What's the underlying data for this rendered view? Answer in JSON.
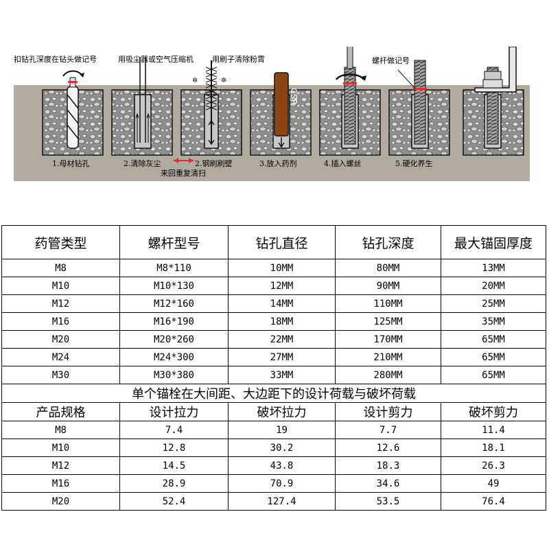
{
  "diagram": {
    "notes": [
      "扣钻孔深度在钻头做记号",
      "用吸尘器或空气压缩机",
      "用刷子清除粉霄",
      "螺杆做记号"
    ],
    "cartridge_text": "CSP",
    "steps": [
      "1.母材钻孔",
      "2.清除灰尘",
      "2.钢刷刷壁",
      "来回重复清扫",
      "3.放入药剂",
      "4.插入螺丝",
      "5.硬化养生"
    ],
    "colors": {
      "background": "#b1ab9f",
      "concrete": "#9a9a9a",
      "cartridge": "#8b4513",
      "arrow": "#e03030"
    }
  },
  "table1": {
    "headers": [
      "药管类型",
      "螺杆型号",
      "钻孔直径",
      "钻孔深度",
      "最大锚固厚度"
    ],
    "rows": [
      [
        "M8",
        "M8*110",
        "10MM",
        "80MM",
        "13MM"
      ],
      [
        "M10",
        "M10*130",
        "12MM",
        "90MM",
        "20MM"
      ],
      [
        "M12",
        "M12*160",
        "14MM",
        "110MM",
        "25MM"
      ],
      [
        "M16",
        "M16*190",
        "18MM",
        "125MM",
        "35MM"
      ],
      [
        "M20",
        "M20*260",
        "22MM",
        "170MM",
        "65MM"
      ],
      [
        "M24",
        "M24*300",
        "27MM",
        "210MM",
        "65MM"
      ],
      [
        "M30",
        "M30*380",
        "33MM",
        "280MM",
        "65MM"
      ]
    ]
  },
  "section_title": "单个锚栓在大间距、大边距下的设计荷载与破坏荷载",
  "table2": {
    "headers": [
      "产品规格",
      "设计拉力",
      "破坏拉力",
      "设计剪力",
      "破坏剪力"
    ],
    "rows": [
      [
        "M8",
        "7.4",
        "19",
        "7.7",
        "11.4"
      ],
      [
        "M10",
        "12.8",
        "30.2",
        "12.6",
        "18.1"
      ],
      [
        "M12",
        "14.5",
        "43.8",
        "18.3",
        "26.3"
      ],
      [
        "M16",
        "28.9",
        "70.9",
        "34.6",
        "49"
      ],
      [
        "M20",
        "52.4",
        "127.4",
        "53.5",
        "76.4"
      ]
    ]
  }
}
